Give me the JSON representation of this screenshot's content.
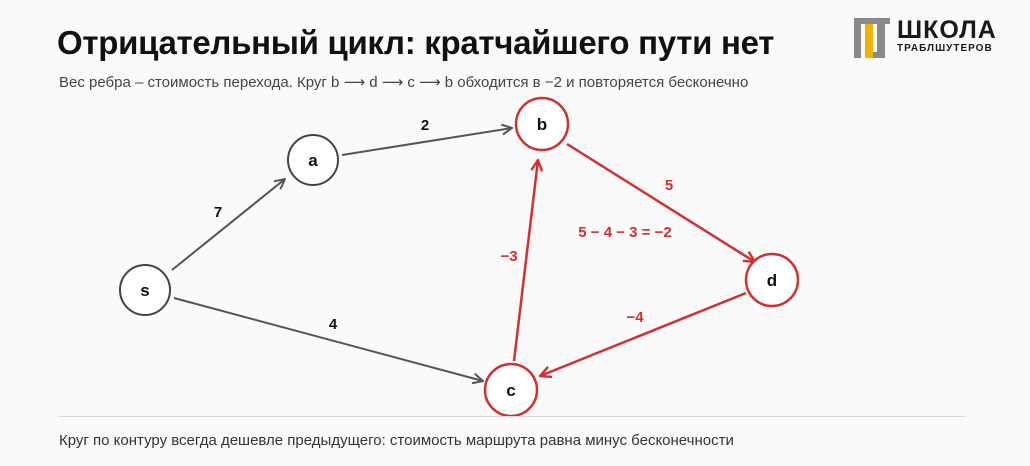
{
  "header": {
    "title": "Отрицательный цикл: кратчайшего пути нет",
    "subtitle": "Вес ребра – стоимость перехода. Круг b ⟶ d ⟶ c ⟶ b обходится в −2 и повторяется бесконечно"
  },
  "logo": {
    "line1": "ШКОЛА",
    "line2": "ТРАБЛШУТЕРОВ"
  },
  "graph": {
    "nodes": [
      {
        "id": "s",
        "label": "s",
        "in_cycle": false
      },
      {
        "id": "a",
        "label": "a",
        "in_cycle": false
      },
      {
        "id": "b",
        "label": "b",
        "in_cycle": true
      },
      {
        "id": "c",
        "label": "c",
        "in_cycle": true
      },
      {
        "id": "d",
        "label": "d",
        "in_cycle": true
      }
    ],
    "edges": [
      {
        "from": "s",
        "to": "a",
        "weight": "7",
        "in_cycle": false
      },
      {
        "from": "a",
        "to": "b",
        "weight": "2",
        "in_cycle": false
      },
      {
        "from": "s",
        "to": "c",
        "weight": "4",
        "in_cycle": false
      },
      {
        "from": "b",
        "to": "d",
        "weight": "5",
        "in_cycle": true
      },
      {
        "from": "d",
        "to": "c",
        "weight": "−4",
        "in_cycle": true
      },
      {
        "from": "c",
        "to": "b",
        "weight": "−3",
        "in_cycle": true
      }
    ],
    "cycle_sum": "5 − 4 − 3 = −2"
  },
  "colors": {
    "cycle": "#d32f2f",
    "normal": "#555555",
    "logo_yellow": "#f0b400",
    "logo_gray": "#8a8a8a"
  },
  "footer": {
    "text": "Круг по контуру всегда дешевле предыдущего: стоимость маршрута равна минус бесконечности"
  }
}
